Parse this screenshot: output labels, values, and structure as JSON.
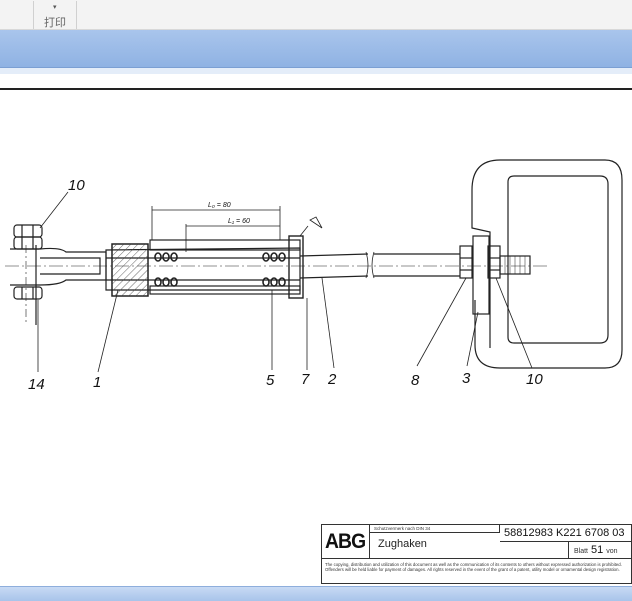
{
  "toolbar": {
    "print_arrow": "▾",
    "print_label": "打印"
  },
  "drawing": {
    "callouts": [
      "10",
      "14",
      "1",
      "5",
      "7",
      "2",
      "8",
      "3",
      "10"
    ],
    "dim_l0": "L₀ = 80",
    "dim_l1": "L₁ = 60"
  },
  "titleblock": {
    "logo": "ABG",
    "protection_note": "Schutzvermerk nach DIN 34",
    "title": "Zughaken",
    "number": "58812983 K221 6708 03",
    "sheet_label": "Blatt",
    "sheet_number": "51",
    "sheet_of": "von",
    "legal": "The copying, distribution and utilization of this document as well as the communication of its contents to others without expressed authorization is prohibited. Offenders will be held liable for payment of damages. All rights reserved in the event of the grant of a patent, utility model or ornamental design registration."
  }
}
